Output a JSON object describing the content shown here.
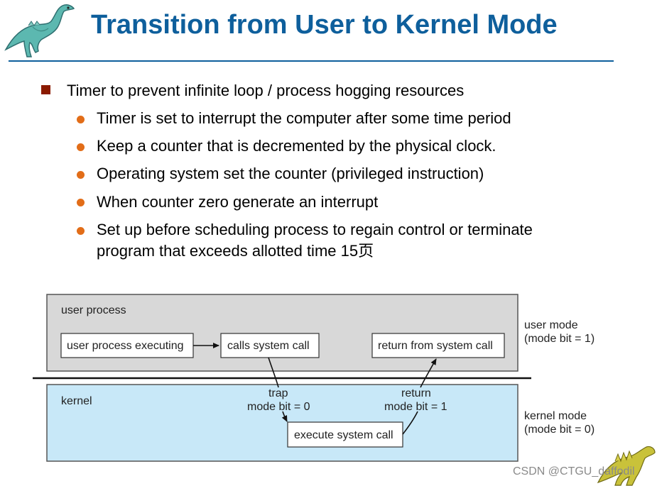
{
  "slide": {
    "title": "Transition from User to Kernel Mode",
    "main_point": "Timer to prevent infinite loop / process hogging resources",
    "sub_points": [
      "Timer is set to interrupt the computer after some time period",
      "Keep a counter that is decremented by the physical clock.",
      "Operating system set the counter (privileged instruction)",
      "When counter zero generate an interrupt",
      "Set up before scheduling process to regain control or terminate",
      "program that exceeds allotted time 15页"
    ]
  },
  "diagram": {
    "user_region_label": "user process",
    "kernel_region_label": "kernel",
    "user_box": "user process executing",
    "call_box": "calls system call",
    "return_box": "return from system call",
    "exec_box": "execute system call",
    "trap_label": "trap",
    "trap_bit": "mode bit = 0",
    "return_label": "return",
    "return_bit": "mode bit = 1",
    "user_mode_label": "user mode",
    "user_mode_bit": "(mode bit = 1)",
    "kernel_mode_label": "kernel mode",
    "kernel_mode_bit": "(mode bit = 0)"
  },
  "watermark": "CSDN @CTGU_daffodil",
  "colors": {
    "title": "#0e5f9c",
    "square_bullet": "#8b1a00",
    "dot_bullet": "#e26d18",
    "user_region": "#d8d8d8",
    "kernel_region": "#c8e8f8"
  },
  "icons": {
    "top_logo": "dinosaur-icon",
    "bottom_logo": "dinosaur-icon"
  }
}
